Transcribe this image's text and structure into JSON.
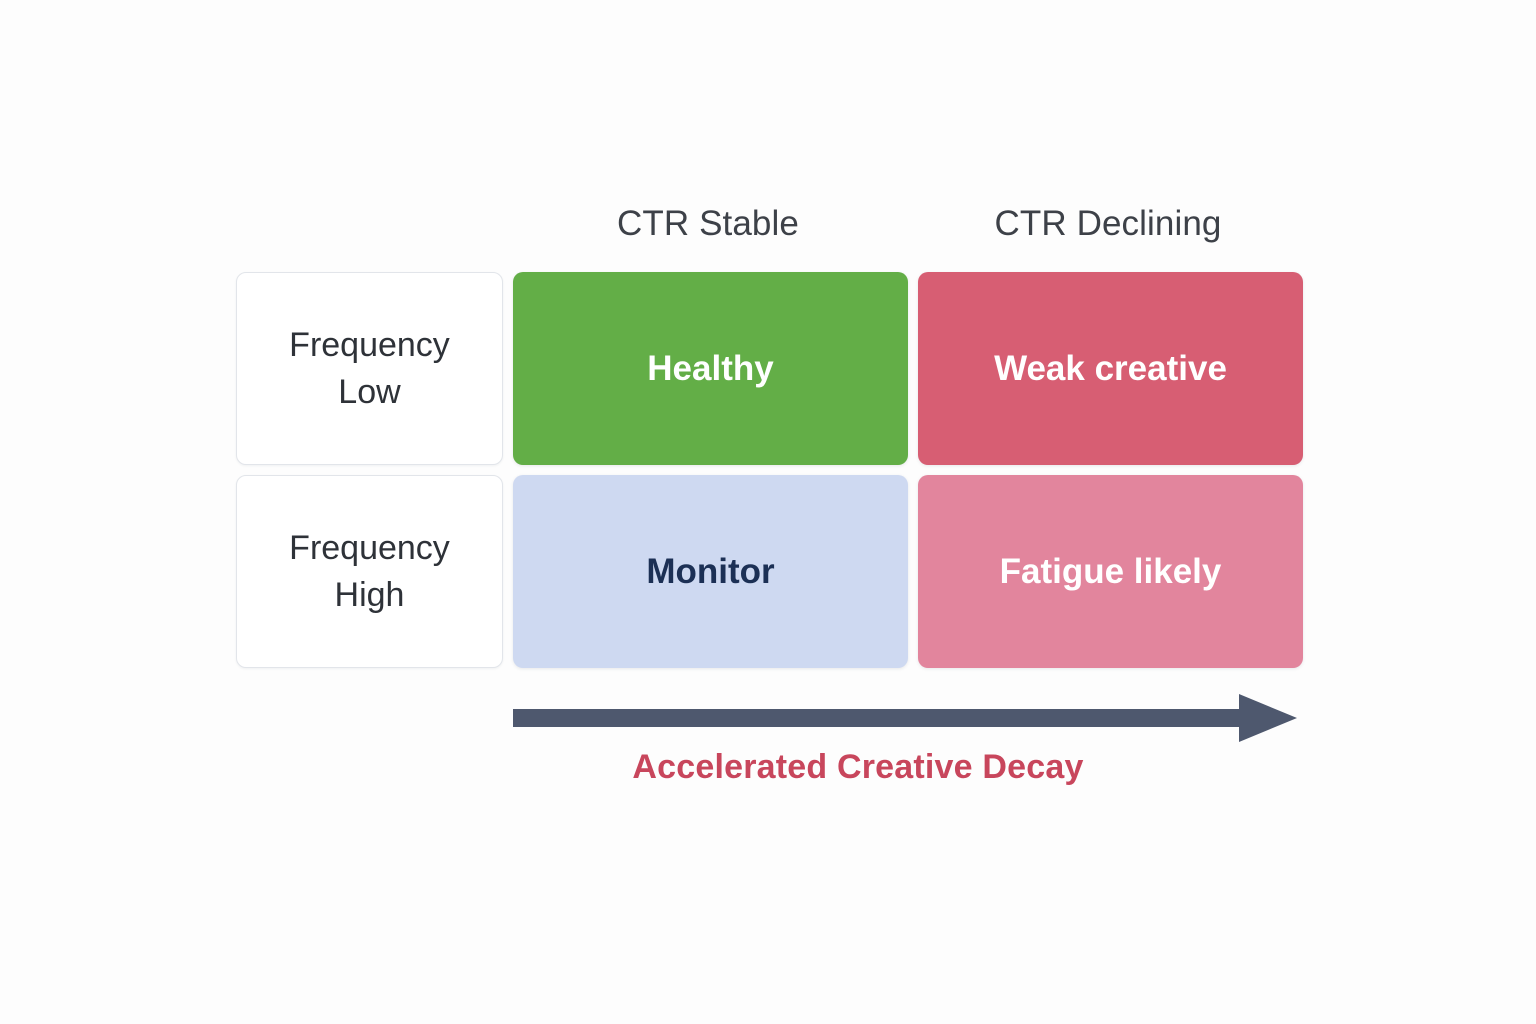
{
  "diagram": {
    "type": "2x2-matrix",
    "background_color": "#fdfdfd",
    "column_headers": [
      {
        "label": "CTR Stable"
      },
      {
        "label": "CTR Declining"
      }
    ],
    "row_labels": [
      {
        "line1": "Frequency",
        "line2": "Low"
      },
      {
        "line1": "Frequency",
        "line2": "High"
      }
    ],
    "cells": [
      {
        "label": "Healthy",
        "row": "Frequency Low",
        "column": "CTR Stable",
        "bg_color": "#63ae47",
        "text_color": "#ffffff"
      },
      {
        "label": "Weak creative",
        "row": "Frequency Low",
        "column": "CTR Declining",
        "bg_color": "#d75e73",
        "text_color": "#ffffff"
      },
      {
        "label": "Monitor",
        "row": "Frequency High",
        "column": "CTR Stable",
        "bg_color": "#ced9f1",
        "text_color": "#1c3055"
      },
      {
        "label": "Fatigue likely",
        "row": "Frequency High",
        "column": "CTR Declining",
        "bg_color": "#e2859d",
        "text_color": "#ffffff"
      }
    ],
    "arrow": {
      "direction": "right",
      "color": "#4e586e",
      "icon": "right-arrow-icon"
    },
    "caption": {
      "text": "Accelerated Creative Decay",
      "color": "#c8465c"
    }
  }
}
